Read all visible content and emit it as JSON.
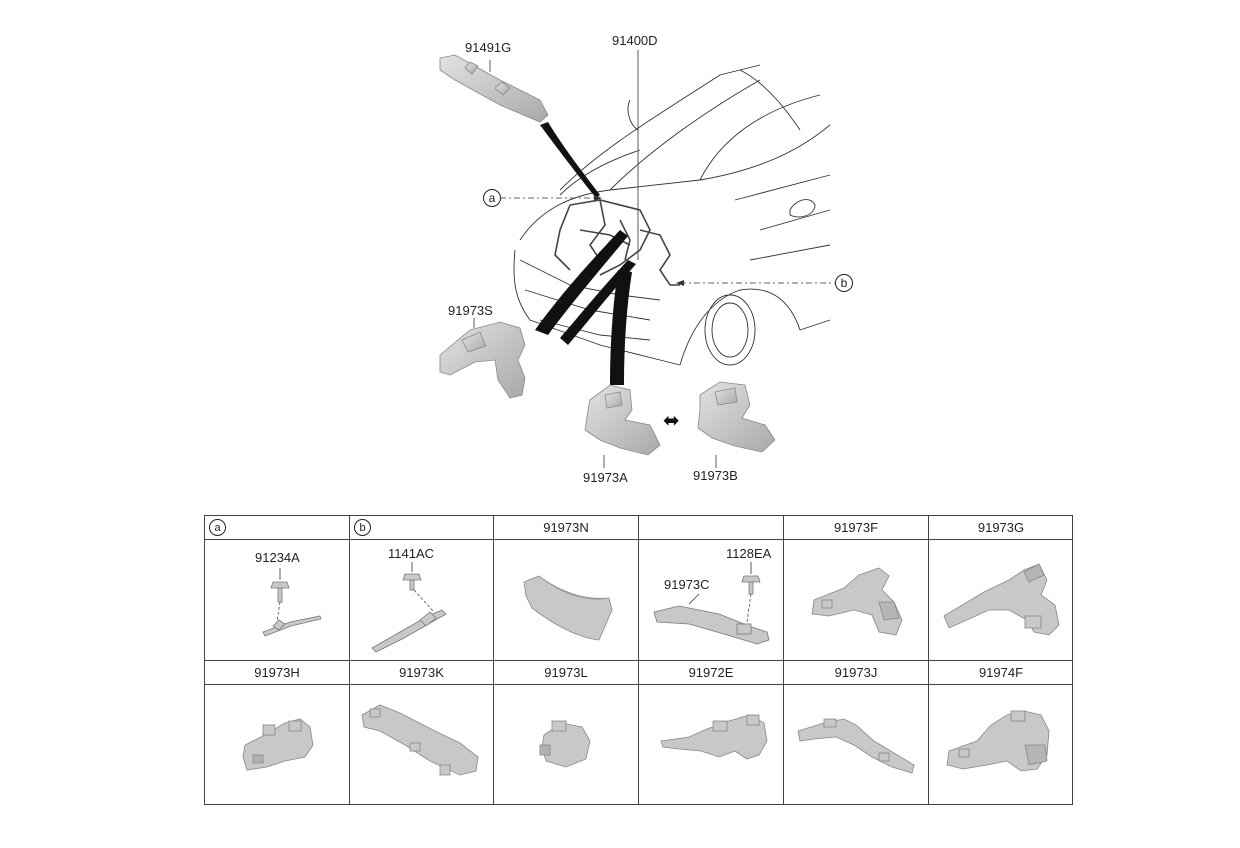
{
  "main_diagram": {
    "callouts": {
      "harness_top": "91491G",
      "main_harness": "91400D",
      "bracket_s": "91973S",
      "bracket_a": "91973A",
      "bracket_b": "91973B"
    },
    "markers": {
      "a": "a",
      "b": "b"
    },
    "alternate_symbol": "⬌"
  },
  "table": {
    "header_row_1": [
      "a",
      "b",
      "91973N",
      "",
      "91973F",
      "91973G"
    ],
    "cells_row_1": {
      "a_label": "91234A",
      "b_label": "1141AC",
      "cell4_label_c": "91973C",
      "cell4_label_ea": "1128EA"
    },
    "header_row_2": [
      "91973H",
      "91973K",
      "91973L",
      "91972E",
      "91973J",
      "91974F"
    ]
  },
  "colors": {
    "part_fill": "#c8c8c8",
    "part_stroke": "#8a8a8a",
    "line": "#222222"
  }
}
